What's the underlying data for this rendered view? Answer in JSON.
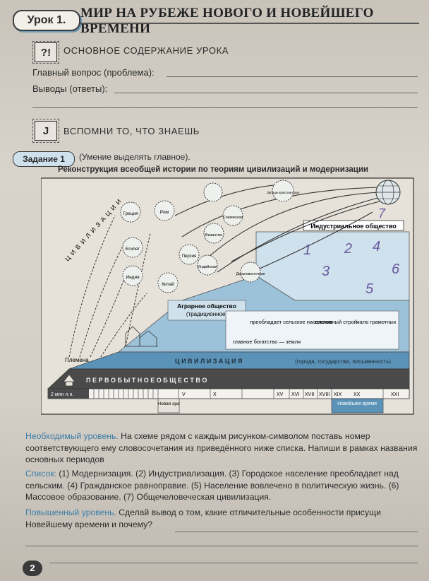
{
  "header": {
    "lesson_label": "Урок 1.",
    "title": "МИР НА РУБЕЖЕ НОВОГО И НОВЕЙШЕГО ВРЕМЕНИ"
  },
  "section_main": {
    "icon_text": "?!",
    "title": "ОСНОВНОЕ СОДЕРЖАНИЕ УРОКА",
    "question_label": "Главный вопрос (проблема):",
    "conclusions_label": "Выводы (ответы):"
  },
  "section_recall": {
    "icon_text": "J",
    "title": "ВСПОМНИ ТО, ЧТО ЗНАЕШЬ"
  },
  "task": {
    "label": "Задание 1",
    "note": "(Умение выделять главное).",
    "diagram_title": "Реконструкция всеобщей истории по теориям цивилизаций и модернизации"
  },
  "diagram": {
    "civilizations_arc": "Ц И В И Л И З А Ц И И",
    "civ_names": [
      "Греция",
      "Рим",
      "Египет",
      "Индия",
      "Китай",
      "Персия",
      "Византия",
      "Славянская",
      "Западнохристианская",
      "Индийская",
      "Дальневосточная"
    ],
    "industrial": "Индустриальное общество",
    "agrarian": "Аграрное общество",
    "agrarian_sub": "(традиционное)",
    "agr_notes": [
      "преобладает сельское население",
      "сословный строй",
      "мало грамотных"
    ],
    "main_wealth": "главное богатство — земля",
    "civilization_band": "Ц И В И Л И З А Ц И Я",
    "civilization_note": "(города, государства, письменность)",
    "tribes": "Племена",
    "primitive": "П Е Р В О Б Ы Т Н О Е   О Б Щ Е С Т В О",
    "timeline_start": "2 млн л.н.",
    "centuries": [
      "V",
      "X",
      "XV",
      "XVI",
      "XVII",
      "XVIII",
      "XIX",
      "XX",
      "XXI"
    ],
    "new_era": "Новая эра",
    "newest_time": "Новейшее время",
    "handwritten_numbers": [
      "1",
      "2",
      "3",
      "4",
      "5",
      "6",
      "7"
    ]
  },
  "text": {
    "level1_label": "Необходимый уровень.",
    "level1_body": " На схеме рядом с каждым рисунком-символом поставь номер соответствующего ему словосочетания из приведённого ниже списка. Напиши в рамках названия основных периодов",
    "list_label": "Список:",
    "list_body": " (1) Модернизация. (2) Индустриализация. (3) Городское население преобладает над сельским. (4) Гражданское равноправие. (5) Население вовлечено в политическую жизнь. (6) Массовое образование. (7) Общечеловеческая цивилизация.",
    "level2_label": "Повышенный уровень.",
    "level2_body": " Сделай вывод о том, какие отличительные особенности присущи Новейшему времени и почему?"
  },
  "footer": {
    "page_number": "2"
  },
  "colors": {
    "diagram_blue": "#5b93b8",
    "light_blue": "#9cc2da",
    "pale_blue": "#cfe1ec",
    "dark_band": "#4a4a4a",
    "text_blue": "#3a7ea8"
  }
}
